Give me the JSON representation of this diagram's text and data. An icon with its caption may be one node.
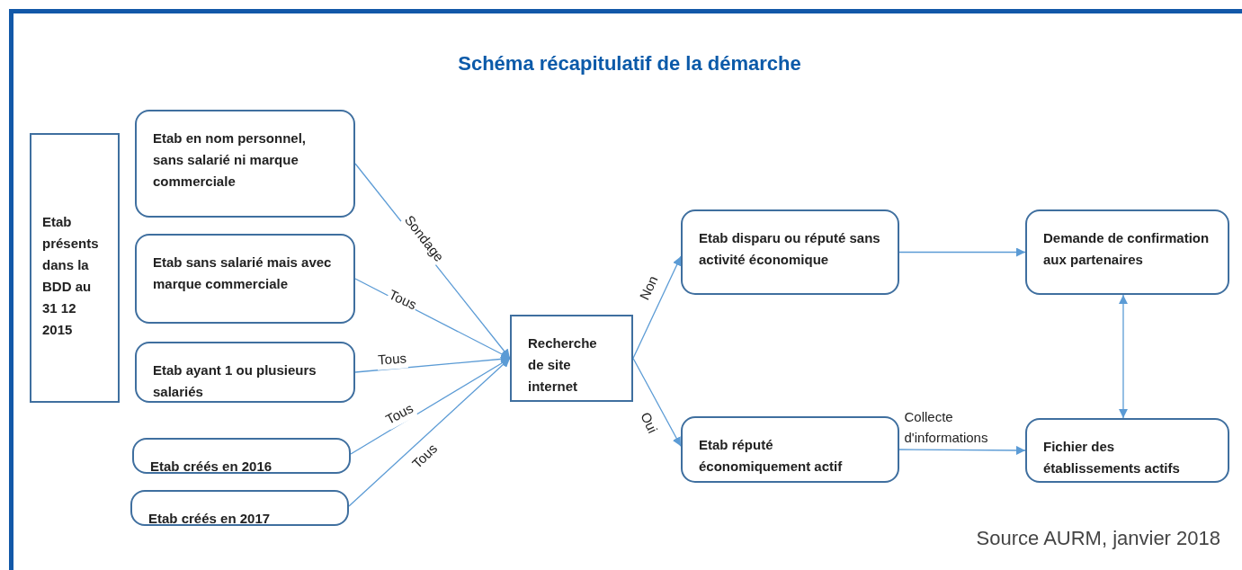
{
  "diagram": {
    "title": "Schéma récapitulatif de la démarche",
    "nodes": [
      {
        "text": [
          "Etab présents dans la BDD au 31 12 2015"
        ]
      },
      {
        "text": [
          "Etab en nom personnel, sans salarié ni marque commerciale"
        ]
      },
      {
        "text": [
          "Etab sans salarié mais avec marque commerciale"
        ]
      },
      {
        "text": [
          "Etab ayant 1 ou plusieurs salariés"
        ]
      },
      {
        "text": [
          "Etab créés en 2016"
        ]
      },
      {
        "text": [
          "Etab créés en 2017"
        ]
      },
      {
        "text": [
          "Recherche de site internet"
        ]
      },
      {
        "text": [
          "Etab disparu ou réputé sans activité économique"
        ]
      },
      {
        "text": [
          "Etab réputé économiquement actif"
        ]
      },
      {
        "text": [
          "Demande de confirmation aux partenaires"
        ]
      },
      {
        "text": [
          "Fichier des établissements actifs"
        ]
      }
    ],
    "edges": [
      {
        "from": 1,
        "to": 6,
        "arrow": "to",
        "label": "Sondage"
      },
      {
        "from": 2,
        "to": 6,
        "arrow": "to",
        "label": "Tous"
      },
      {
        "from": 3,
        "to": 6,
        "arrow": "to",
        "label": "Tous"
      },
      {
        "from": 4,
        "to": 6,
        "arrow": "to",
        "label": "Tous"
      },
      {
        "from": 5,
        "to": 6,
        "arrow": "to",
        "label": "Tous"
      },
      {
        "from": 6,
        "to": 7,
        "arrow": "to",
        "label": "Non"
      },
      {
        "from": 6,
        "to": 8,
        "arrow": "to",
        "label": "Oui"
      },
      {
        "from": 7,
        "to": 9,
        "arrow": "to"
      },
      {
        "from": 8,
        "to": 10,
        "arrow": "to",
        "label": "Collecte d'informations"
      },
      {
        "from": 9,
        "to": 10,
        "arrow": "both"
      }
    ],
    "labels": [
      "Source AURM, janvier 2018"
    ]
  }
}
